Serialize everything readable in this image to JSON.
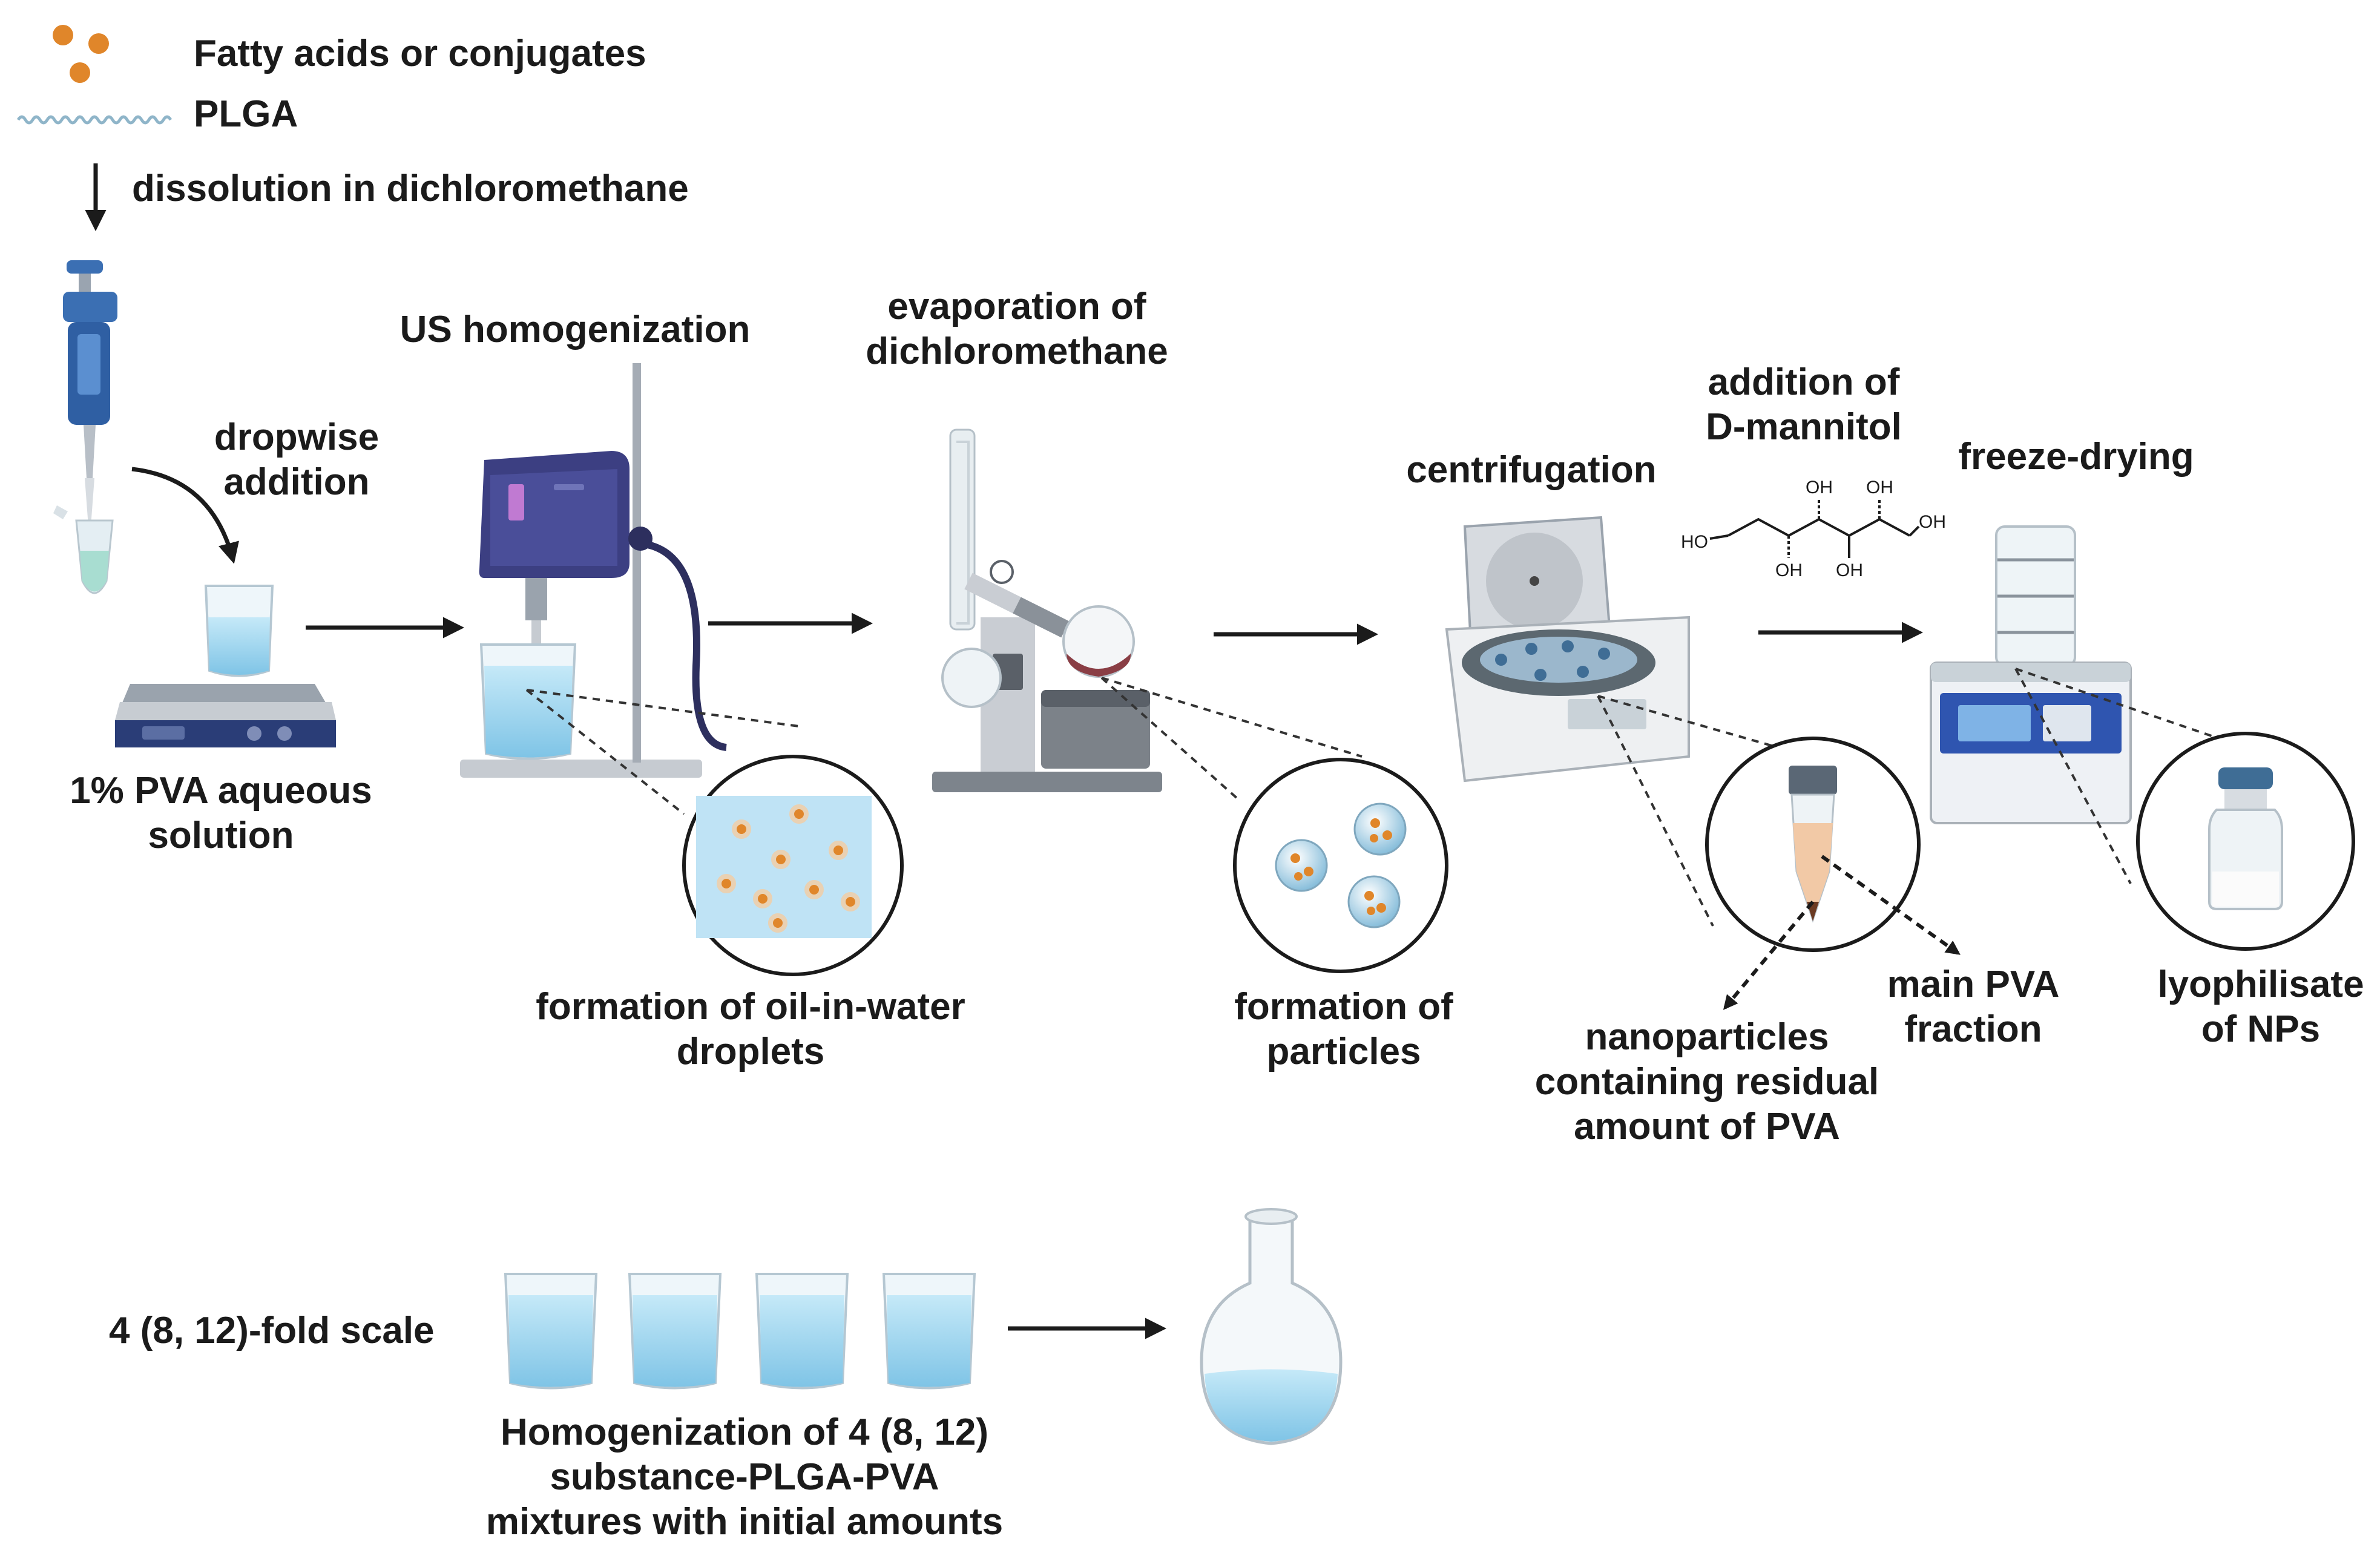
{
  "legend": {
    "fatty_acids": "Fatty acids or conjugates",
    "plga": "PLGA"
  },
  "steps": {
    "dissolution": "dissolution in dichloromethane",
    "dropwise_1": "dropwise",
    "dropwise_2": "addition",
    "pva_1": "1% PVA aqueous",
    "pva_2": "solution",
    "us_homogenization": "US homogenization",
    "evap_1": "evaporation of",
    "evap_2": "dichloromethane",
    "centrifugation": "centrifugation",
    "mannitol_1": "addition of",
    "mannitol_2": "D-mannitol",
    "freeze_drying": "freeze-drying"
  },
  "details": {
    "droplets_1": "formation of oil-in-water",
    "droplets_2": "droplets",
    "particles_1": "formation of",
    "particles_2": "particles",
    "nano_1": "nanoparticles",
    "nano_2": "containing residual",
    "nano_3": "amount of PVA",
    "pva_fraction_1": "main PVA",
    "pva_fraction_2": "fraction",
    "lyo_1": "lyophilisate",
    "lyo_2": "of NPs"
  },
  "mannitol_structure": {
    "ho_left": "HO",
    "oh_top_1": "OH",
    "oh_top_2": "OH",
    "oh_right": "OH",
    "oh_bottom_1": "OH",
    "oh_bottom_2": "OH"
  },
  "scale": {
    "label": "4 (8, 12)-fold scale",
    "caption_1": "Homogenization of 4 (8, 12)",
    "caption_2": "substance-PLGA-PVA",
    "caption_3": "mixtures with initial amounts"
  },
  "colors": {
    "orange": "#e0862a",
    "liquid_blue": "#a9dcf2",
    "device_navy": "#3c3f82",
    "steel_grey": "#c9cdd3",
    "arrow_black": "#1b1b1b"
  }
}
